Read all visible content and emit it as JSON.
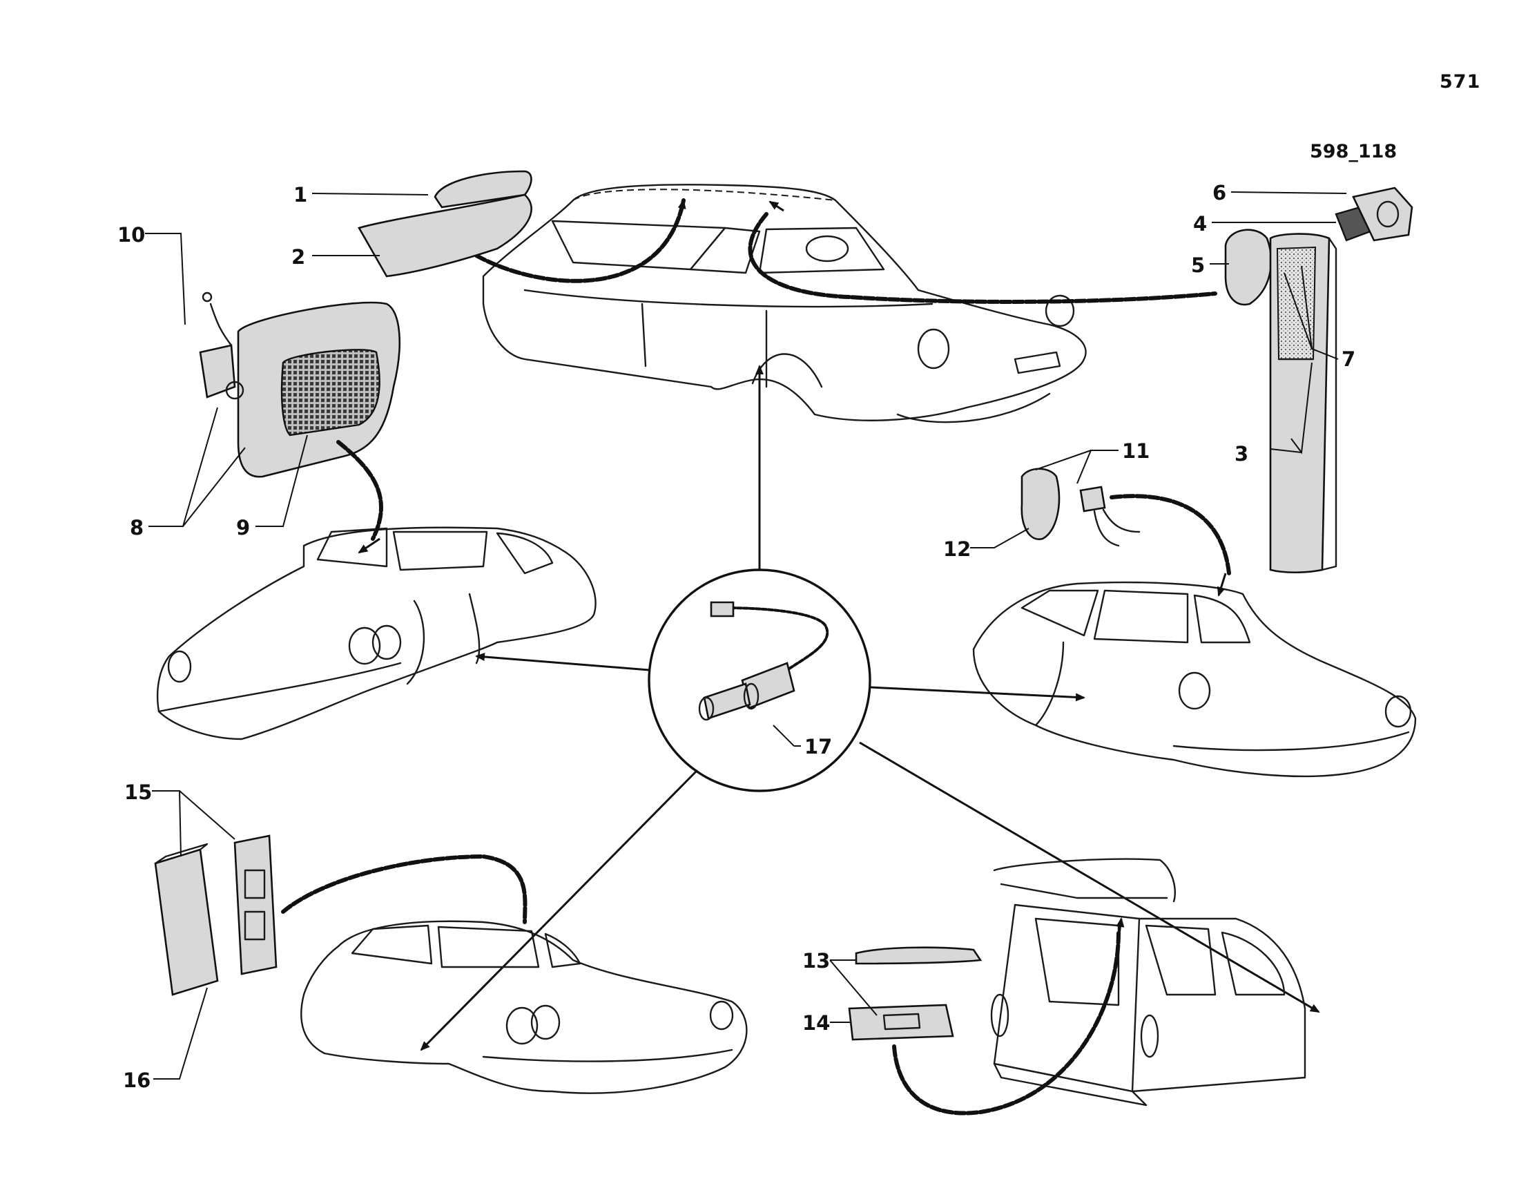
{
  "page_number": "571",
  "reference": "598_118",
  "callouts": [
    "1",
    "2",
    "3",
    "4",
    "5",
    "6",
    "7",
    "8",
    "9",
    "10",
    "11",
    "12",
    "13",
    "14",
    "15",
    "16",
    "17"
  ]
}
